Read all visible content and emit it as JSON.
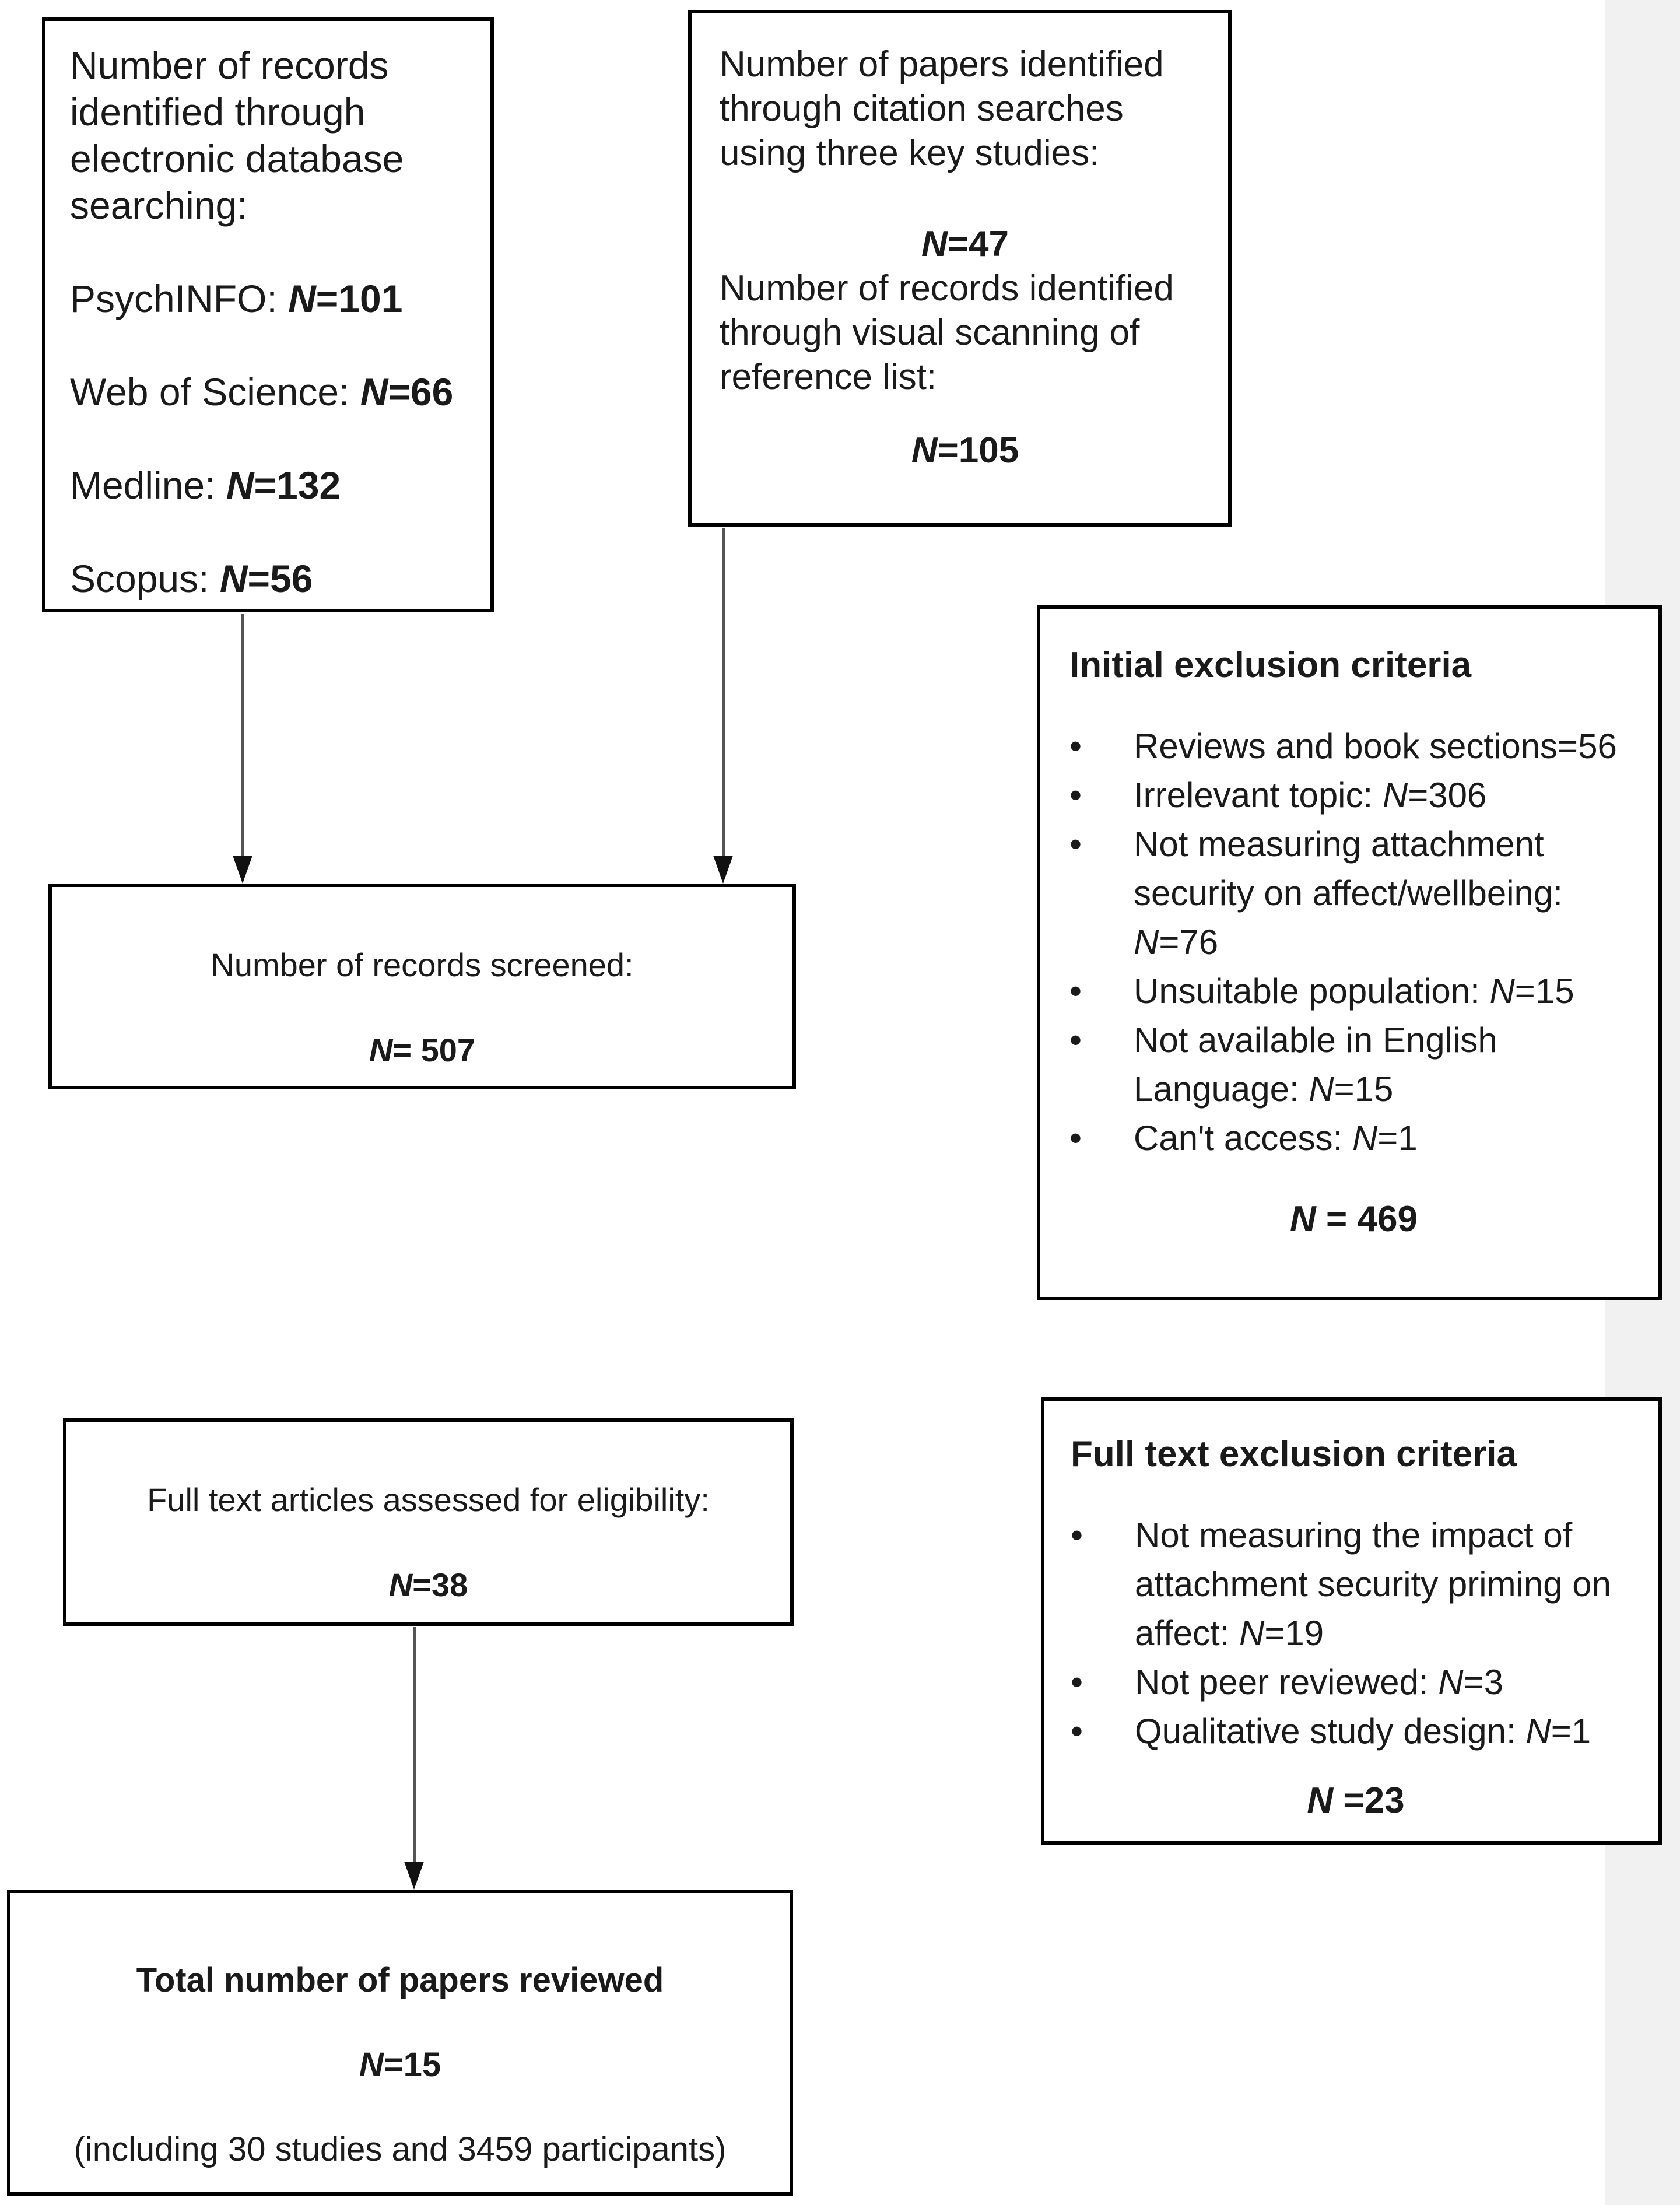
{
  "colors": {
    "background": "#ffffff",
    "side_strip": "#f1f1f1",
    "box_border": "#000000",
    "text": "#1a1a1a",
    "arrow_line": "#555555",
    "arrow_head": "#111111"
  },
  "diagram": {
    "database_box": {
      "title": "Number of records identified through electronic database searching:",
      "sources": [
        {
          "label": "PsychINFO: ",
          "n": "N",
          "value": "=101"
        },
        {
          "label": "Web of Science: ",
          "n": "N",
          "value": "=66"
        },
        {
          "label": "Medline: ",
          "n": "N",
          "value": "=132"
        },
        {
          "label": "Scopus: ",
          "n": "N",
          "value": "=56"
        }
      ]
    },
    "citation_box": {
      "para1": "Number of papers identified through citation searches using three key studies:",
      "n1": "N",
      "v1": "=47",
      "para2": "Number of records identified through visual scanning of reference list:",
      "n2": "N",
      "v2": "=105"
    },
    "initial_exclusion_box": {
      "title": "Initial exclusion criteria",
      "bullet_glyph": "•",
      "bullets": [
        {
          "text": "Reviews and book sections=56",
          "n": "",
          "value": ""
        },
        {
          "text": "Irrelevant topic: ",
          "n": "N",
          "value": "=306"
        },
        {
          "text": "Not measuring attachment security on affect/wellbeing: ",
          "n": "N",
          "value": "=76"
        },
        {
          "text": "Unsuitable population: ",
          "n": "N",
          "value": "=15"
        },
        {
          "text": "Not available in English Language: ",
          "n": "N",
          "value": "=15"
        },
        {
          "text": "Can't access: ",
          "n": "N",
          "value": "=1"
        }
      ],
      "total_n": "N",
      "total_value": " = 469"
    },
    "screened_box": {
      "title": "Number of records screened:",
      "n": "N",
      "value": "= 507"
    },
    "fulltext_box": {
      "title": "Full text articles assessed for eligibility:",
      "n": "N",
      "value": "=38"
    },
    "fulltext_exclusion_box": {
      "title": "Full text exclusion criteria",
      "bullet_glyph": "•",
      "bullets": [
        {
          "text": "Not measuring the impact of attachment security priming on affect: ",
          "n": "N",
          "value": "=19"
        },
        {
          "text": "Not peer reviewed: ",
          "n": "N",
          "value": "=3"
        },
        {
          "text": "Qualitative study design: ",
          "n": "N",
          "value": "=1"
        }
      ],
      "total_n": "N",
      "total_value": " =23"
    },
    "total_box": {
      "title": "Total number of papers reviewed",
      "n": "N",
      "value": "=15",
      "note": "(including 30 studies and 3459 participants)"
    }
  }
}
